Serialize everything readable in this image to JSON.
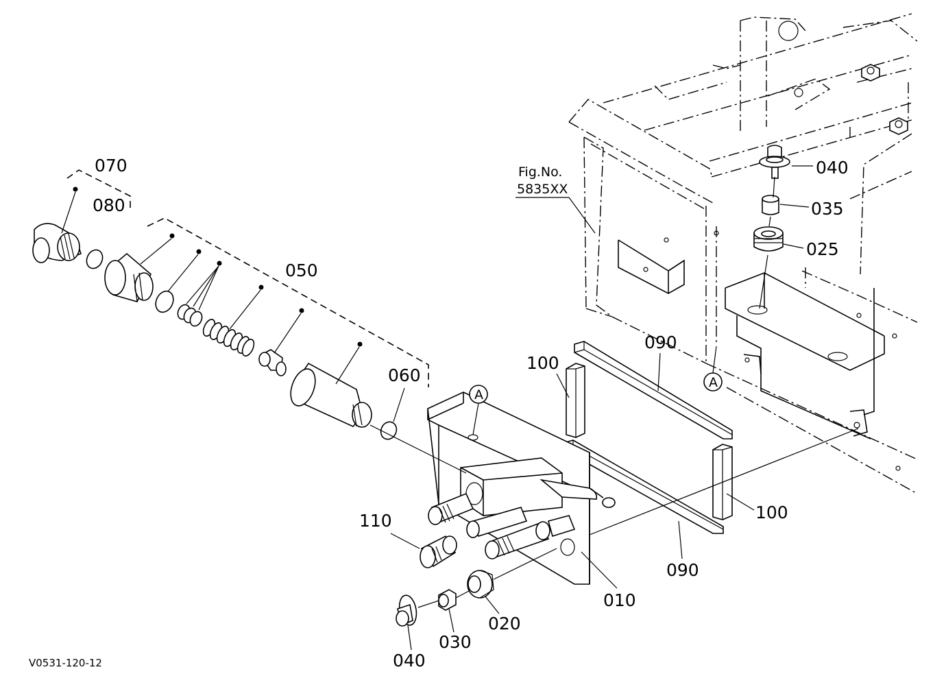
{
  "labels": {
    "p070": "070",
    "p080": "080",
    "p050": "050",
    "p060": "060",
    "p110": "110",
    "p040a": "040",
    "p030": "030",
    "p020": "020",
    "p010": "010",
    "p090a": "090",
    "p090b": "090",
    "p100a": "100",
    "p100b": "100",
    "p040b": "040",
    "p035": "035",
    "p025": "025",
    "refA1": "A",
    "refA2": "A"
  },
  "figref": {
    "line1": "Fig.No.",
    "line2": "5835XX"
  },
  "footer": {
    "code": "V0531-120-12"
  },
  "colors": {
    "ink": "#000000",
    "paper": "#ffffff"
  }
}
